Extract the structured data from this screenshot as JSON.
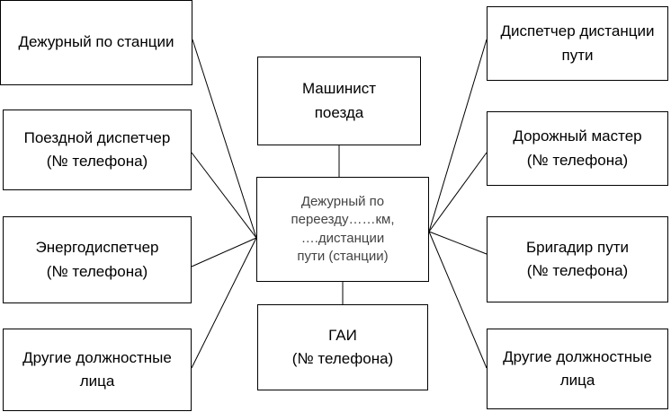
{
  "nodes": {
    "station_duty": "Дежурный по станции",
    "train_dispatcher": "Поездной диспетчер\n(№ телефона)",
    "energy_dispatcher": "Энергодиспетчер\n(№ телефона)",
    "other_officials_left": "Другие должностные\nлица",
    "train_driver": "Машинист\nпоезда",
    "crossing_duty": "Дежурный по\nпереезду……км,\n….дистанции\nпути (станции)",
    "traffic_police": "ГАИ\n(№ телефона)",
    "track_distance_dispatcher": "Диспетчер дистанции\nпути",
    "road_master": "Дорожный мастер\n(№ телефона)",
    "track_brigadier": "Бригадир пути\n(№ телефона)",
    "other_officials_right": "Другие должностные\nлица"
  },
  "colors": {
    "border": "#000000",
    "line": "#000000",
    "center_text": "#444444",
    "text": "#000000"
  }
}
